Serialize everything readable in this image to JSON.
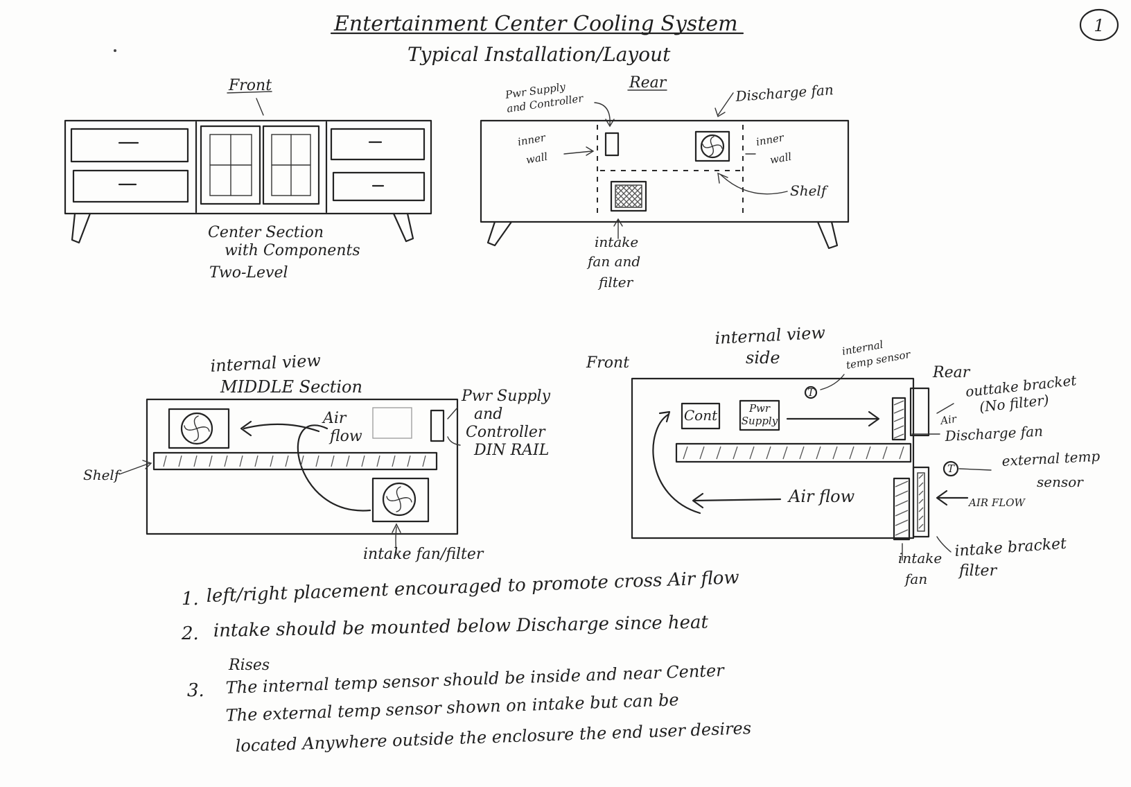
{
  "title": "Entertainment Center Cooling System",
  "subtitle": "Typical Installation/Layout",
  "page_number": "1",
  "front_view": {
    "heading": "Front",
    "caption_lines": [
      "Center Section",
      "with Components",
      "Two-Level"
    ]
  },
  "rear_view": {
    "heading": "Rear",
    "pwr_supply_lines": [
      "Pwr Supply",
      "and Controller"
    ],
    "discharge_fan": "Discharge fan",
    "inner_wall_left_lines": [
      "inner",
      "wall"
    ],
    "inner_wall_right_lines": [
      "inner",
      "wall"
    ],
    "shelf": "Shelf",
    "intake_lines": [
      "intake",
      "fan and",
      "filter"
    ]
  },
  "middle_view": {
    "heading_lines": [
      "internal view",
      "MIDDLE Section"
    ],
    "air_flow_lines": [
      "Air",
      "flow"
    ],
    "pwr_lines": [
      "Pwr Supply",
      "and",
      "Controller",
      "DIN RAIL"
    ],
    "shelf": "Shelf",
    "intake": "intake fan/filter"
  },
  "side_view": {
    "heading_lines": [
      "internal view",
      "side"
    ],
    "front": "Front",
    "rear": "Rear",
    "internal_temp_lines": [
      "internal",
      "temp sensor"
    ],
    "sensor_symbol": "T",
    "cont": "Cont",
    "pwr_lines": [
      "Pwr",
      "Supply"
    ],
    "outtake_lines": [
      "outtake bracket",
      "(No filter)"
    ],
    "air_small": "Air",
    "discharge_fan": "Discharge fan",
    "external_temp_lines": [
      "external temp",
      "sensor"
    ],
    "air_flow_right": "AIR FLOW",
    "air_flow_bottom": "Air flow",
    "intake_fan_lines": [
      "intake",
      "fan"
    ],
    "intake_bracket_lines": [
      "intake bracket",
      "filter"
    ]
  },
  "notes": [
    {
      "num": "1.",
      "lines": [
        "left/right placement encouraged to promote cross Air flow"
      ]
    },
    {
      "num": "2.",
      "lines": [
        "intake should be mounted below Discharge since heat",
        "Rises"
      ]
    },
    {
      "num": "3.",
      "lines": [
        "The internal temp sensor should be inside and near Center",
        "The external temp sensor shown on intake but can be",
        "located Anywhere outside the enclosure the end user desires"
      ]
    }
  ]
}
